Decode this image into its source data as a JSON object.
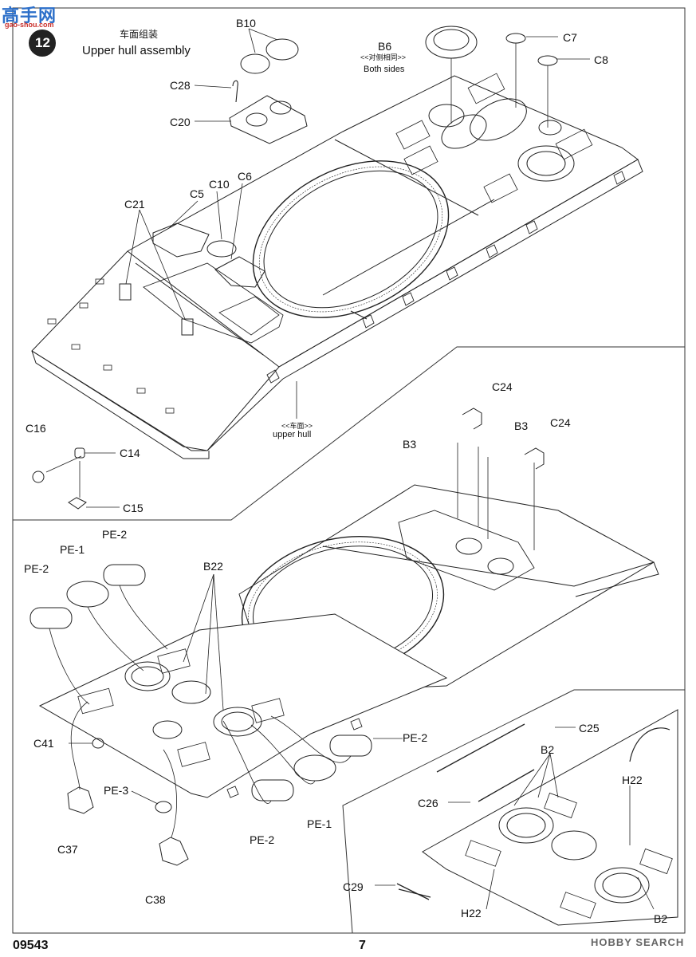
{
  "watermark": {
    "logo_text": "高手网",
    "logo_sub": "gao-shou.com",
    "site": "HOBBY SEARCH"
  },
  "step": {
    "number": "12",
    "title_cn": "车面组装",
    "title_en": "Upper hull assembly"
  },
  "labels": {
    "b10": "B10",
    "c28": "C28",
    "c20": "C20",
    "b6": "B6",
    "both_sides_cn": "<<对侧相同>>",
    "both_sides": "Both sides",
    "c7": "C7",
    "c8": "C8",
    "c21": "C21",
    "c5": "C5",
    "c10": "C10",
    "c6": "C6",
    "upper_hull_cn": "<<车面>>",
    "upper_hull": "upper hull",
    "c16": "C16",
    "c14": "C14",
    "c15": "C15",
    "c24_a": "C24",
    "b3_a": "B3",
    "b3_b": "B3",
    "c24_b": "C24",
    "pe2_a": "PE-2",
    "pe1_a": "PE-1",
    "pe2_b": "PE-2",
    "b22": "B22",
    "pe2_c": "PE-2",
    "c41": "C41",
    "pe3": "PE-3",
    "c37": "C37",
    "pe1_b": "PE-1",
    "pe2_d": "PE-2",
    "c38": "C38",
    "c25": "C25",
    "b2_a": "B2",
    "h22_a": "H22",
    "c26": "C26",
    "c29": "C29",
    "h22_b": "H22",
    "b2_b": "B2"
  },
  "footer": {
    "kit_number": "09543",
    "page_number": "7"
  }
}
